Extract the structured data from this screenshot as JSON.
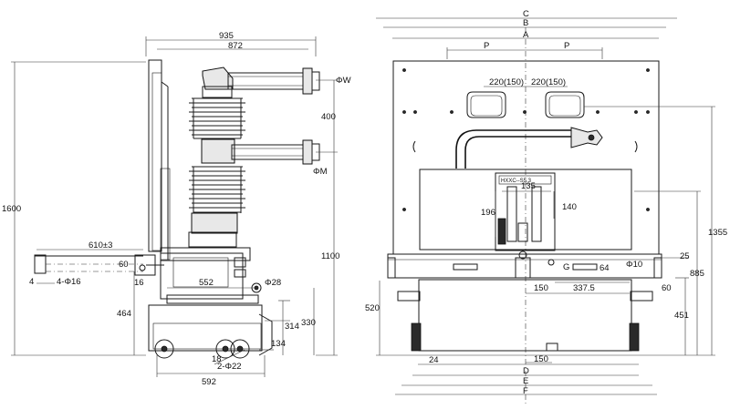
{
  "side_view": {
    "dims": {
      "overall_depth": "935",
      "frame_depth": "872",
      "height_total": "1600",
      "bushing_pitch": "400",
      "bushing_height": "1100",
      "lower_bushing_dia": "ΦM",
      "upper_bushing_dia": "ΦW",
      "guide_offset": "610±3",
      "guide_small": "60",
      "mount_holes": "4-Φ16",
      "hole_edge": "4",
      "rail_offset": "16",
      "handle_len": "552",
      "handle_dia": "Φ28",
      "handle_height": "464",
      "axis_314": "314",
      "axis_330": "330",
      "wheel_axis": "134",
      "wheel_offset": "18",
      "wheel_dia": "2-Φ22",
      "base_width": "592"
    }
  },
  "front_view": {
    "dims": {
      "C": "C",
      "B": "B",
      "A": "A",
      "P_left": "P",
      "P_right": "P",
      "window_left": "220(150)",
      "window_right": "220(150)",
      "panel_135": "135",
      "panel_196": "196",
      "panel_140": "140",
      "height_1355": "1355",
      "height_885": "885",
      "height_25": "25",
      "height_451": "451",
      "height_60": "60",
      "left_520": "520",
      "G": "G",
      "hole_dia": "Φ10",
      "dim_64": "64",
      "dim_150_top": "150",
      "dim_337_5": "337.5",
      "dim_24": "24",
      "dim_150_bottom": "150",
      "D": "D",
      "E": "E",
      "F": "F"
    },
    "panel_label": "HXXC--S5.3"
  }
}
